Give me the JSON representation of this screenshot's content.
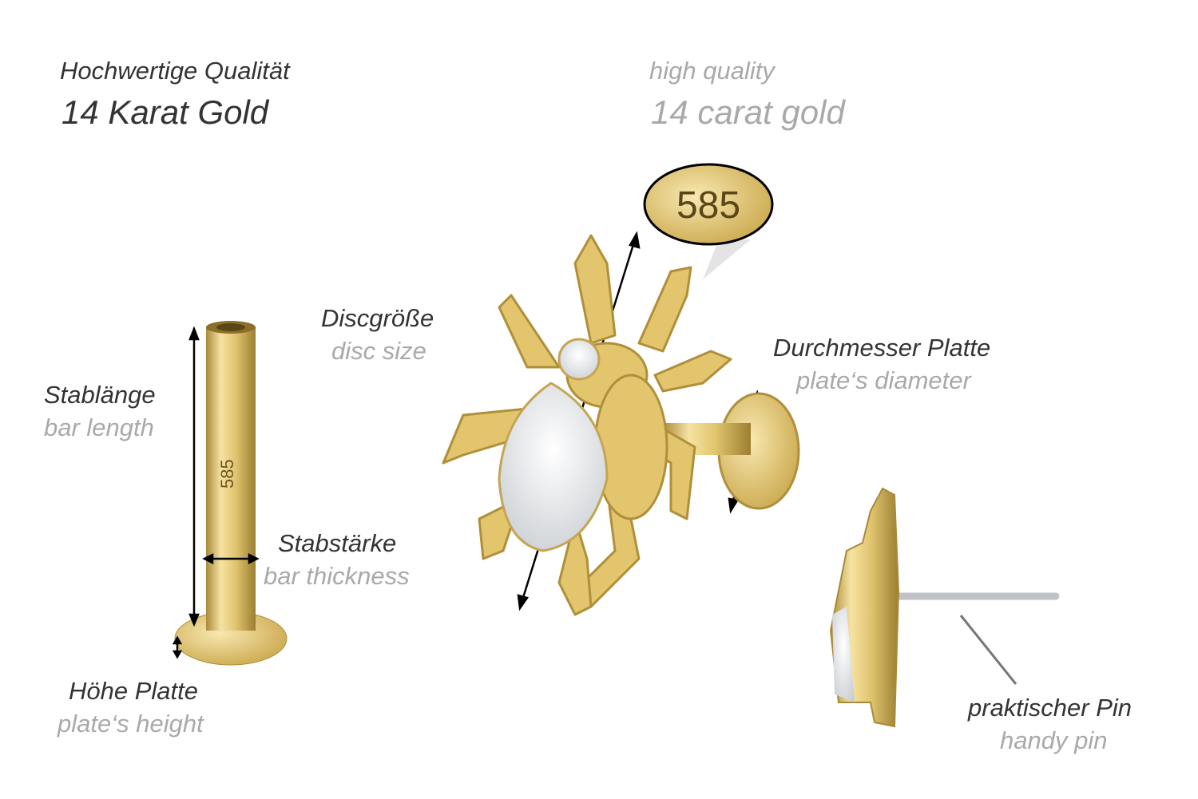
{
  "header": {
    "de_subtitle": "Hochwertige Qualität",
    "de_title": "14 Karat Gold",
    "en_subtitle": "high quality",
    "en_title": "14 carat gold"
  },
  "badge": {
    "hallmark": "585"
  },
  "bar_stamp": "585",
  "labels": {
    "disc_size_de": "Discgröße",
    "disc_size_en": "disc size",
    "plate_diameter_de": "Durchmesser Platte",
    "plate_diameter_en": "plate‘s diameter",
    "bar_length_de": "Stablänge",
    "bar_length_en": "bar length",
    "bar_thickness_de": "Stabstärke",
    "bar_thickness_en": "bar thickness",
    "plate_height_de": "Höhe Platte",
    "plate_height_en": "plate‘s height",
    "pin_de": "praktischer Pin",
    "pin_en": "handy pin"
  },
  "colors": {
    "gold": "#e3c76e",
    "gold_dark": "#b8953a",
    "text_dark": "#333333",
    "text_grey": "#a9a9a9"
  }
}
